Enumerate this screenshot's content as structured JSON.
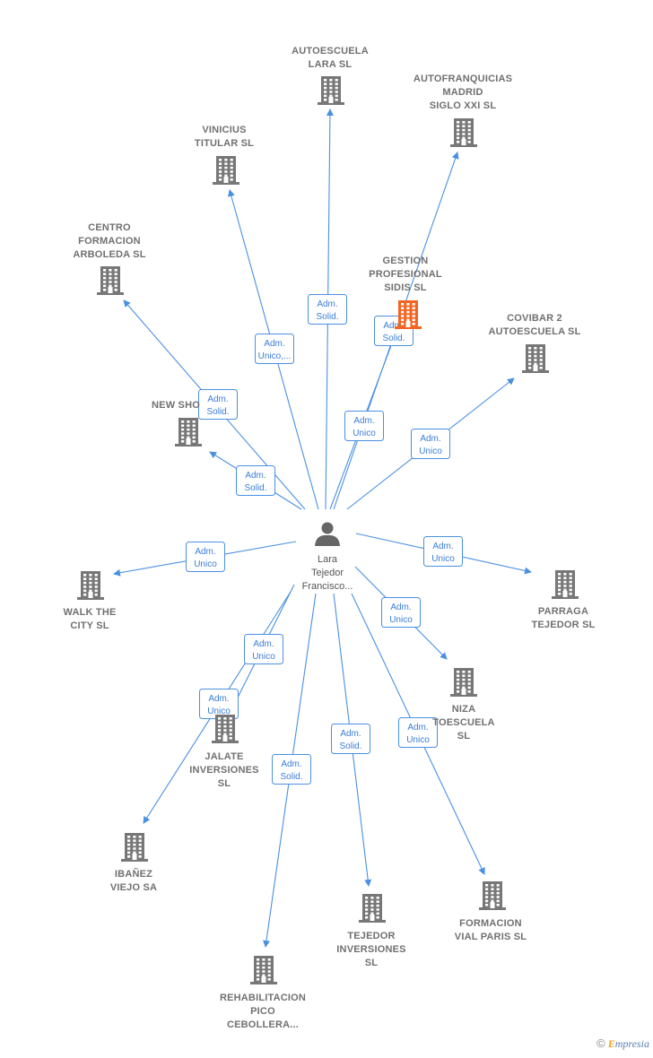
{
  "center": {
    "name_lines": [
      "Lara",
      "Tejedor",
      "Francisco..."
    ],
    "icon": "person-icon"
  },
  "nodes": [
    {
      "id": "autoescuela-lara",
      "lines": [
        "AUTOESCUELA",
        "LARA SL"
      ],
      "icon": "building-icon",
      "highlight": false
    },
    {
      "id": "autofranquicias",
      "lines": [
        "AUTOFRANQUICIAS",
        "MADRID",
        "SIGLO XXI  SL"
      ],
      "icon": "building-icon",
      "highlight": false
    },
    {
      "id": "vinicius",
      "lines": [
        "VINICIUS",
        "TITULAR  SL"
      ],
      "icon": "building-icon",
      "highlight": false
    },
    {
      "id": "centro-formacion",
      "lines": [
        "CENTRO",
        "FORMACION",
        "ARBOLEDA  SL"
      ],
      "icon": "building-icon",
      "highlight": false
    },
    {
      "id": "gestion-profesional",
      "lines": [
        "GESTION",
        "PROFESIONAL",
        "SIDIS  SL"
      ],
      "icon": "building-icon",
      "highlight": true
    },
    {
      "id": "covibar",
      "lines": [
        "COVIBAR 2",
        "AUTOESCUELA SL"
      ],
      "icon": "building-icon",
      "highlight": false
    },
    {
      "id": "new-sho",
      "lines": [
        "NEW SHO"
      ],
      "icon": "building-icon",
      "highlight": false
    },
    {
      "id": "walk-the-city",
      "lines": [
        "WALK THE",
        "CITY  SL"
      ],
      "icon": "building-icon",
      "highlight": false
    },
    {
      "id": "parraga",
      "lines": [
        "PARRAGA",
        "TEJEDOR  SL"
      ],
      "icon": "building-icon",
      "highlight": false
    },
    {
      "id": "niza",
      "lines": [
        "NIZA",
        "TOESCUELA",
        "SL"
      ],
      "icon": "building-icon",
      "highlight": false
    },
    {
      "id": "jalate",
      "lines": [
        "JALATE",
        "INVERSIONES",
        "SL"
      ],
      "icon": "building-icon",
      "highlight": false
    },
    {
      "id": "ibanez",
      "lines": [
        "IBAÑEZ",
        "VIEJO SA"
      ],
      "icon": "building-icon",
      "highlight": false
    },
    {
      "id": "formacion-vial",
      "lines": [
        "FORMACION",
        "VIAL PARIS  SL"
      ],
      "icon": "building-icon",
      "highlight": false
    },
    {
      "id": "tejedor-inversiones",
      "lines": [
        "TEJEDOR",
        "INVERSIONES",
        "SL"
      ],
      "icon": "building-icon",
      "highlight": false
    },
    {
      "id": "rehabilitacion",
      "lines": [
        "REHABILITACION",
        "PICO",
        "CEBOLLERA..."
      ],
      "icon": "building-icon",
      "highlight": false
    }
  ],
  "edges": [
    {
      "target": "autoescuela-lara",
      "label": [
        "Adm.",
        "Solid."
      ]
    },
    {
      "target": "autofranquicias",
      "label": [
        "Adm.",
        "Solid."
      ]
    },
    {
      "target": "vinicius",
      "label": [
        "Adm.",
        "Unico,..."
      ]
    },
    {
      "target": "centro-formacion",
      "label": [
        "Adm.",
        "Solid."
      ]
    },
    {
      "target": "gestion-profesional",
      "label": [
        "Adm.",
        "Unico"
      ]
    },
    {
      "target": "covibar",
      "label": [
        "Adm.",
        "Unico"
      ]
    },
    {
      "target": "new-sho",
      "label": [
        "Adm.",
        "Solid."
      ]
    },
    {
      "target": "walk-the-city",
      "label": [
        "Adm.",
        "Unico"
      ]
    },
    {
      "target": "parraga",
      "label": [
        "Adm.",
        "Unico"
      ]
    },
    {
      "target": "niza",
      "label": [
        "Adm.",
        "Unico"
      ]
    },
    {
      "target": "jalate",
      "label": [
        "Adm.",
        "Unico"
      ]
    },
    {
      "target": "ibanez",
      "label": [
        "Adm.",
        "Unico"
      ]
    },
    {
      "target": "formacion-vial",
      "label": [
        "Adm.",
        "Unico"
      ]
    },
    {
      "target": "tejedor-inversiones",
      "label": [
        "Adm.",
        "Solid."
      ]
    },
    {
      "target": "rehabilitacion",
      "label": [
        "Adm.",
        "Solid."
      ]
    }
  ],
  "footer": {
    "copyright": "©",
    "brand_initial": "E",
    "brand_rest": "mpresia"
  },
  "colors": {
    "edge": "#4a90e2",
    "building": "#777777",
    "building_highlight": "#f26522",
    "person": "#666666"
  }
}
